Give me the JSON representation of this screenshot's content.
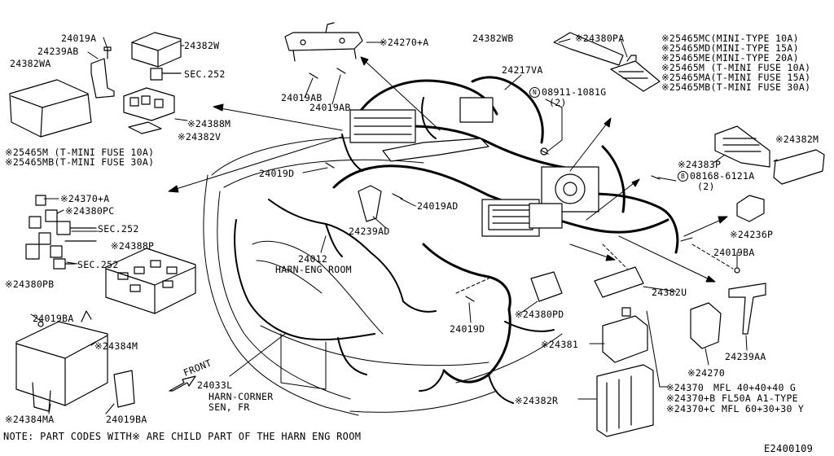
{
  "parts": {
    "p24019A": "24019A",
    "p24239AB": "24239AB",
    "p24382WA": "24382WA",
    "p24382W": "24382W",
    "sec252_top": "SEC.252",
    "p24388M": "※24388M",
    "p24382V": "※24382V",
    "p24270A": "※24270+A",
    "p24019AB_1": "24019AB",
    "p24019AB_2": "24019AB",
    "p24382WB": "24382WB",
    "p24380PA": "※24380PA",
    "p24217VA": "24217VA",
    "nut_symbol": "N",
    "nut_code": "08911-1081G",
    "nut_qty": "(2)",
    "bolt_symbol": "B",
    "bolt_code": "08168-6121A",
    "bolt_qty": "(2)",
    "p24382M": "※24382M",
    "p24383P": "※24383P",
    "p24019D_1": "24019D",
    "p24019AD": "24019AD",
    "p24239AD": "24239AD",
    "p24236P": "※24236P",
    "p24012": "24012",
    "harn_eng_room": "HARN-ENG ROOM",
    "p24019BA_r": "24019BA",
    "p24370A": "※24370+A",
    "p24380PC": "※24380PC",
    "sec252_left1": "SEC.252",
    "sec252_left2": "SEC.252",
    "p24388P": "※24388P",
    "p24380PB": "※24380PB",
    "p24382U": "24382U",
    "p24380PD": "※24380PD",
    "p24019D_2": "24019D",
    "p24381": "※24381",
    "p24270": "※24270",
    "p24239AA": "24239AA",
    "p24019BA_l": "24019BA",
    "p24384M": "※24384M",
    "p24384MA": "※24384MA",
    "p24019BA_b": "24019BA",
    "p24033L": "24033L",
    "harn_corner": "HARN-CORNER",
    "sen_fr": "SEN, FR",
    "front": "FRONT",
    "p24382R": "※24382R",
    "p24370": "※24370",
    "p24370_desc": "MFL 40+40+40 G",
    "p24370B": "※24370+B",
    "p24370B_desc": "FL50A A1-TYPE",
    "p24370C": "※24370+C",
    "p24370C_desc": "MFL 60+30+30 Y"
  },
  "fuses_right": [
    "※25465MC(MINI-TYPE 10A)",
    "※25465MD(MINI-TYPE 15A)",
    "※25465ME(MINI-TYPE 20A)",
    "※25465M (T-MINI FUSE 10A)",
    "※25465MA(T-MINI FUSE 15A)",
    "※25465MB(T-MINI FUSE 30A)"
  ],
  "fuses_left": [
    "※25465M (T-MINI FUSE 10A)",
    "※25465MB(T-MINI FUSE 30A)"
  ],
  "footer": {
    "note": "NOTE: PART CODES WITH※ ARE CHILD PART OF THE HARN ENG ROOM",
    "drawing_id": "E2400109"
  }
}
